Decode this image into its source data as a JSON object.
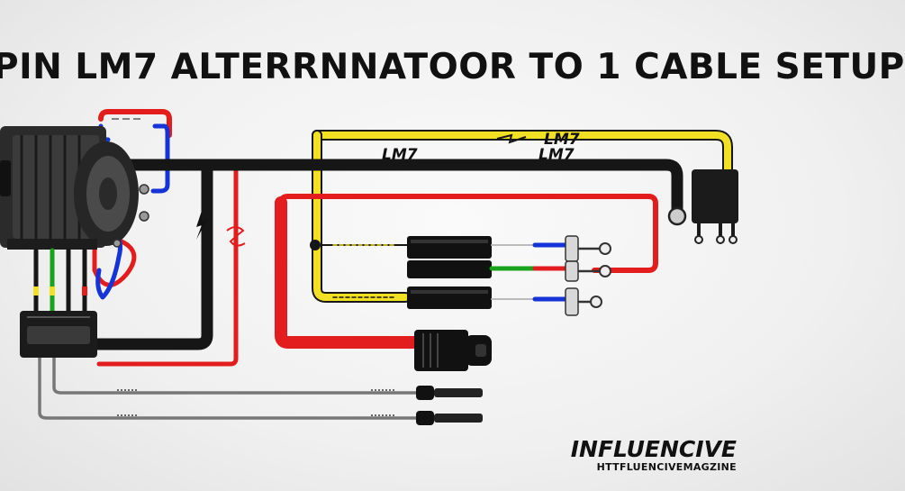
{
  "title": "PIN LM7 ALTERRNNATOOR TO 1 CABLE SETUP",
  "wire_labels": {
    "black_harness_left": "LM7",
    "black_harness_right": "LM7",
    "yellow_harness": "LM7"
  },
  "watermark": {
    "brand": "INFLUENCIVE",
    "url": "HTTFLUENCIVEMAGZINE"
  },
  "colors": {
    "black_wire": "#161616",
    "yellow_wire": "#f2e025",
    "red_wire": "#e31d1d",
    "blue_wire": "#1533d6",
    "green_wire": "#19a31c",
    "gray_wire": "#777777"
  }
}
